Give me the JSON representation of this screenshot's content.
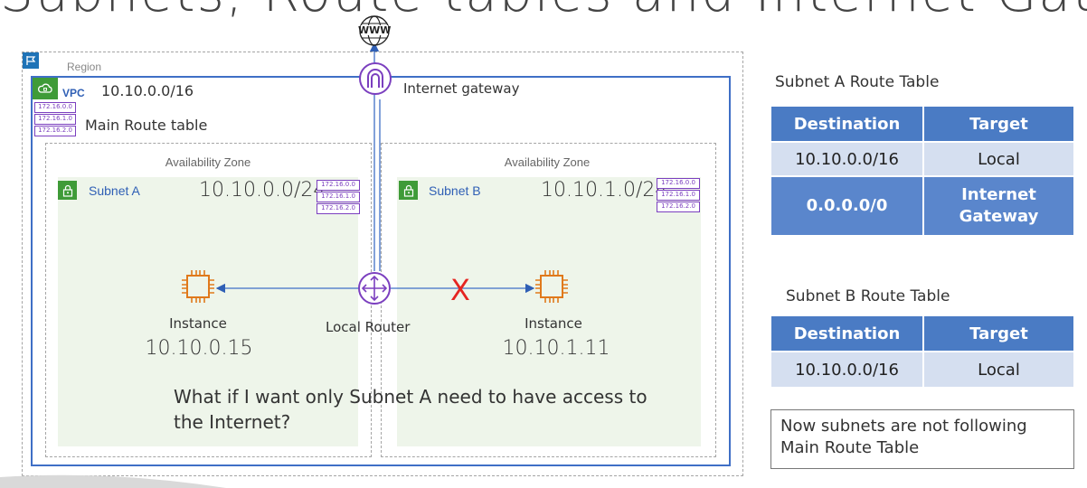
{
  "title": "Subnets, Route tables and Internet Gateway",
  "region": {
    "label": "Region"
  },
  "vpc": {
    "label": "VPC",
    "cidr": "10.10.0.0/16"
  },
  "route_table_icon": {
    "entries": [
      "172.16.0.0",
      "172.16.1.0",
      "172.16.2.0"
    ]
  },
  "main_route_table": {
    "label": "Main Route table"
  },
  "internet": {
    "icon_text": "WWW",
    "gateway_label": "Internet gateway"
  },
  "availability_zones": [
    {
      "label": "Availability Zone"
    },
    {
      "label": "Availability Zone"
    }
  ],
  "subnets": [
    {
      "name": "Subnet A",
      "cidr": "10.10.0.0/24"
    },
    {
      "name": "Subnet B",
      "cidr": "10.10.1.0/24"
    }
  ],
  "instances": [
    {
      "label": "Instance",
      "ip": "10.10.0.15"
    },
    {
      "label": "Instance",
      "ip": "10.10.1.11"
    }
  ],
  "router": {
    "label": "Local Router"
  },
  "blocked_marker": "X",
  "question": "What if I want only Subnet A need to have access to the Internet?",
  "route_tables": [
    {
      "title": "Subnet A Route Table",
      "headers": [
        "Destination",
        "Target"
      ],
      "rows": [
        [
          "10.10.0.0/16",
          "Local"
        ],
        [
          "0.0.0.0/0",
          "Internet Gateway"
        ]
      ]
    },
    {
      "title": "Subnet B Route Table",
      "headers": [
        "Destination",
        "Target"
      ],
      "rows": [
        [
          "10.10.0.0/16",
          "Local"
        ]
      ]
    }
  ],
  "note": "Now subnets are not following Main Route Table",
  "colors": {
    "vpc_border": "#3f6fc6",
    "route_table_purple": "#7b3fbf",
    "instance_orange": "#e0791b",
    "subnet_fill": "#eef5ea",
    "table_header": "#4a7bc4",
    "table_light_row": "#d5dff0",
    "blocked_red": "#e52521"
  }
}
